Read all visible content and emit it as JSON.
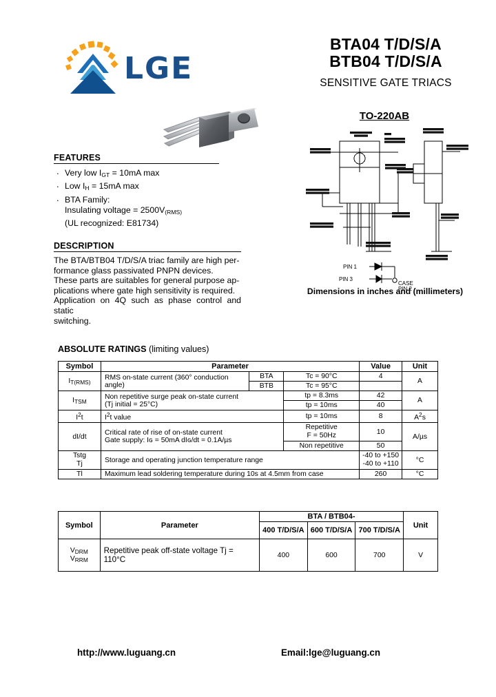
{
  "header": {
    "logo_word": "LGE",
    "title_line1": "BTA04 T/D/S/A",
    "title_line2": "BTB04 T/D/S/A",
    "subtitle": "SENSITIVE GATE TRIACS"
  },
  "features": {
    "heading": "FEATURES",
    "items": [
      {
        "pre": "Very low I",
        "sub": "GT",
        "post": " = 10mA max"
      },
      {
        "pre": "Low I",
        "sub": "H",
        "post": " = 15mA max"
      }
    ],
    "bta_family_line1": "BTA Family:",
    "bta_family_line2_pre": "Insulating voltage = 2500V",
    "bta_family_line2_sub": "(RMS)",
    "bta_family_line3": "(UL recognized: E81734)"
  },
  "description": {
    "heading": "DESCRIPTION",
    "lines": [
      "The BTA/BTB04 T/D/S/A triac family are high per-",
      "formance glass passivated PNPN devices.",
      "These parts are suitables for general purpose ap-",
      "plications where gate high sensitivity is required.",
      "Application on 4Q such as phase control and static",
      "switching."
    ]
  },
  "package": {
    "title": "TO-220AB",
    "caption": "Dimensions in inches and (millimeters)",
    "pin_labels": [
      "PIN 1",
      "PIN 3",
      "CASE",
      "PIN 2"
    ]
  },
  "abs_ratings": {
    "heading_bold": "ABSOLUTE RATINGS",
    "heading_rest": " (limiting values)",
    "columns": [
      "Symbol",
      "Parameter",
      "",
      "",
      "Value",
      "Unit"
    ],
    "rows": [
      {
        "symbol_pre": "I",
        "symbol_sub": "T(RMS)",
        "parameter": "RMS on-state current  (360° conduction angle)",
        "sub_rows": [
          {
            "variant": "BTA",
            "cond": "Tc =  90°C",
            "value": "4"
          },
          {
            "variant": "BTB",
            "cond": "Tc =  95°C",
            "value": ""
          }
        ],
        "unit": "A"
      },
      {
        "symbol_pre": "I",
        "symbol_sub": "TSM",
        "parameter_line1": "Non repetitive surge peak on-state current",
        "parameter_line2": "(Tj  initial = 25°C)",
        "sub_rows": [
          {
            "cond": "tp = 8.3ms",
            "value": "42"
          },
          {
            "cond": "tp = 10ms",
            "value": "40"
          }
        ],
        "unit": "A"
      },
      {
        "symbol": "I²t",
        "parameter": "I²t value",
        "sub_rows": [
          {
            "cond": "tp = 10ms",
            "value": "8"
          }
        ],
        "unit": "A²s"
      },
      {
        "symbol": "dI/dt",
        "parameter_line1": "Critical rate of rise of on-state current",
        "parameter_line2": "Gate supply: Iɢ = 50mA    dIɢ/dt = 0.1A/µs",
        "sub_rows": [
          {
            "cond_line1": "Repetitive",
            "cond_line2": "F = 50Hz",
            "value": "10"
          },
          {
            "cond_line1": "Non repetitive",
            "cond_line2": "",
            "value": "50"
          }
        ],
        "unit": "A/µs"
      },
      {
        "symbol_line1": "Tstg",
        "symbol_line2": "Tj",
        "parameter": "Storage and operating junction temperature range",
        "value_line1": "-40 to +150",
        "value_line2": "-40 to +110",
        "unit": "°C"
      },
      {
        "symbol": "Tl",
        "parameter": "Maximum lead soldering temperature during 10s at 4.5mm from case",
        "value": "260",
        "unit": "°C"
      }
    ]
  },
  "voltage_table": {
    "col_symbol": "Symbol",
    "col_parameter": "Parameter",
    "group_header": "BTA / BTB04-",
    "col_unit": "Unit",
    "sub_headers": [
      "400 T/D/S/A",
      "600 T/D/S/A",
      "700 T/D/S/A"
    ],
    "row": {
      "symbol_line1_pre": "V",
      "symbol_line1_sub": "DRM",
      "symbol_line2_pre": "V",
      "symbol_line2_sub": "RRM",
      "parameter": "Repetitive peak off-state voltage Tj = 110°C",
      "values": [
        "400",
        "600",
        "700"
      ],
      "unit": "V"
    }
  },
  "footer": {
    "url": "http://www.luguang.cn",
    "email": "Email:lge@luguang.cn"
  },
  "colors": {
    "logo_blue_dark": "#10508f",
    "logo_blue_mid": "#1d6fb8",
    "logo_blue_light": "#3f9fd4",
    "logo_orange": "#f5a11c",
    "rule": "#000000"
  }
}
